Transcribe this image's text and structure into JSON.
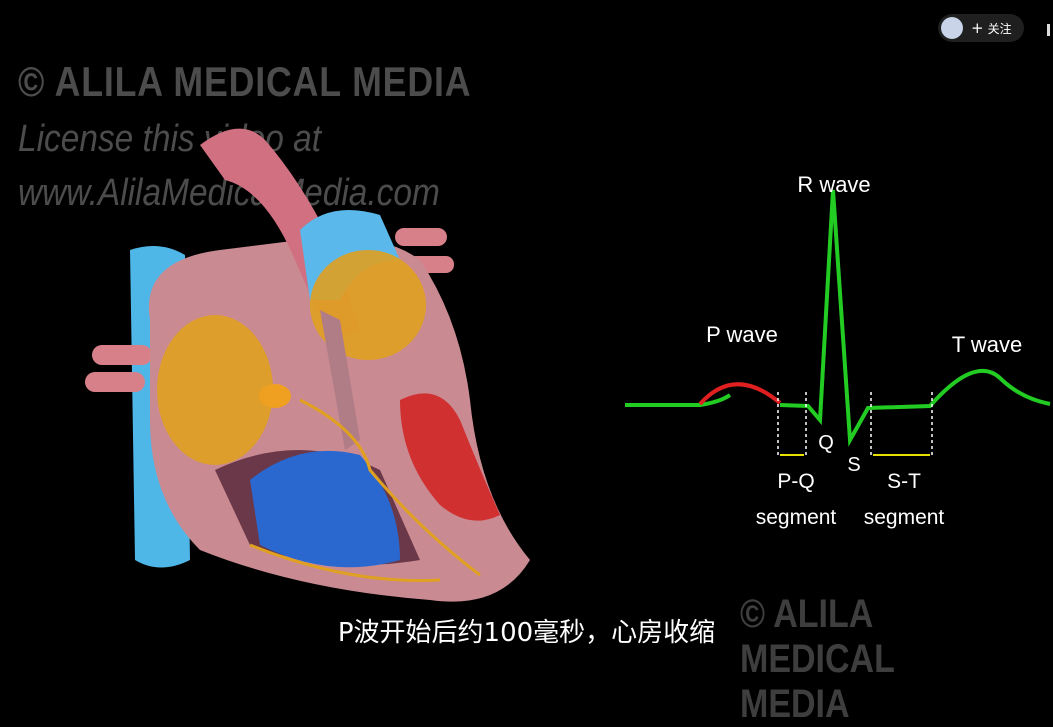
{
  "watermark": {
    "line1": "© ALILA MEDICAL MEDIA",
    "line2": "License this video at",
    "line3": "www.AlilaMedicalMedia.com",
    "bottom": "© ALILA MEDICAL MEDIA"
  },
  "follow_button": {
    "label": "关注",
    "plus": "+"
  },
  "ecg": {
    "labels": {
      "r_wave": "R wave",
      "p_wave": "P wave",
      "t_wave": "T wave",
      "q": "Q",
      "s": "S",
      "pq": "P-Q",
      "pq_segment": "segment",
      "st": "S-T",
      "st_segment": "segment"
    },
    "colors": {
      "trace": "#22cc22",
      "p_highlight": "#e02020",
      "bracket": "#e8e000"
    }
  },
  "subtitle": "P波开始后约100毫秒，心房收缩"
}
